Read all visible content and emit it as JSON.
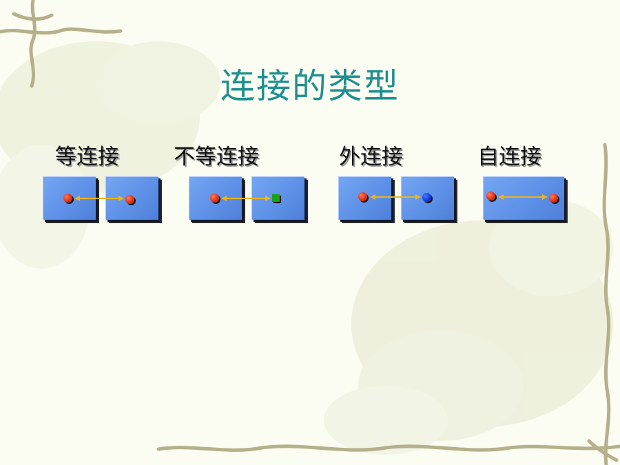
{
  "title": "连接的类型",
  "joins": [
    {
      "label": "等连接"
    },
    {
      "label": "不等连接"
    },
    {
      "label": "外连接"
    },
    {
      "label": "自连接"
    }
  ],
  "colors": {
    "title": "#1f8f8f",
    "box": "#5c8fe6",
    "arrow": "#e8b423",
    "key_red": "#e02a10",
    "key_green": "#1aa01a",
    "key_blue": "#1036d8"
  }
}
